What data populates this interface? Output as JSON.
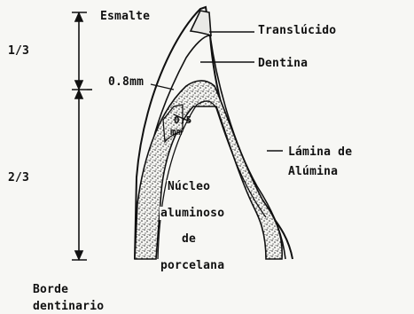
{
  "labels": {
    "esmalte": "Esmalte",
    "translucido": "Translúcido",
    "dentina": "Dentina",
    "espesor_08": "0.8mm",
    "espesor_05_a": "0.5",
    "espesor_05_b": "mm",
    "lamina_a": "Lámina de",
    "lamina_b": "Alúmina",
    "nucleo_1": "Núcleo",
    "nucleo_2": "aluminoso",
    "nucleo_3": "de",
    "nucleo_4": "porcelana",
    "borde_1": "Borde",
    "borde_2": "dentinario"
  },
  "scale": {
    "upper": "1/3",
    "lower": "2/3"
  }
}
